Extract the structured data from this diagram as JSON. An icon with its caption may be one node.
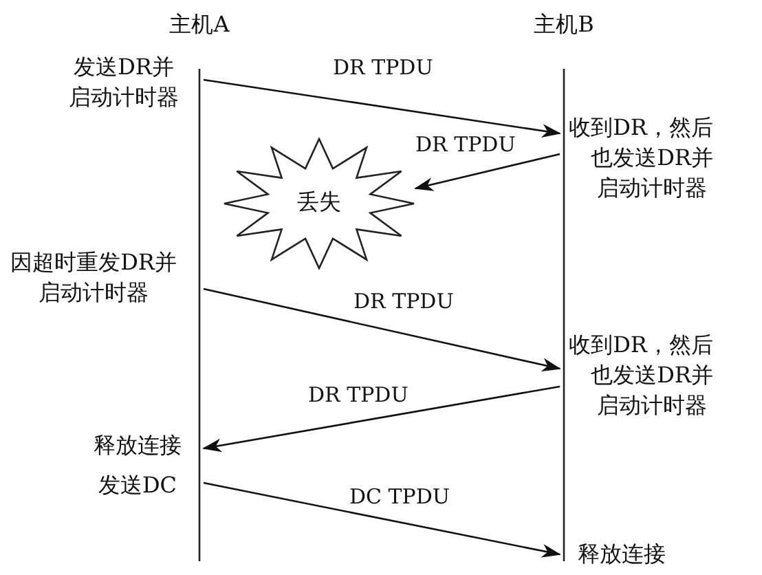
{
  "diagram": {
    "nodes": [
      {
        "text": [
          "主机A"
        ]
      },
      {
        "text": [
          "主机B"
        ]
      },
      {
        "text": [
          "丢失"
        ]
      }
    ],
    "edges": [
      {
        "from": 0,
        "to": 1,
        "arrow": "to",
        "label": "DR TPDU"
      },
      {
        "from": 1,
        "to": 2,
        "arrow": "to",
        "label": "DR TPDU"
      },
      {
        "from": 0,
        "to": 1,
        "arrow": "to",
        "label": "DR TPDU"
      },
      {
        "from": 1,
        "to": 0,
        "arrow": "to",
        "label": "DR TPDU"
      },
      {
        "from": 0,
        "to": 1,
        "arrow": "to",
        "label": "DC TPDU"
      }
    ],
    "labels": [
      "发送DR并启动计时器",
      "收到DR，然后也发送DR并启动计时器",
      "因超时重发DR并启动计时器",
      "收到DR，然后也发送DR并启动计时器",
      "释放连接",
      "发送DC",
      "释放连接"
    ]
  }
}
